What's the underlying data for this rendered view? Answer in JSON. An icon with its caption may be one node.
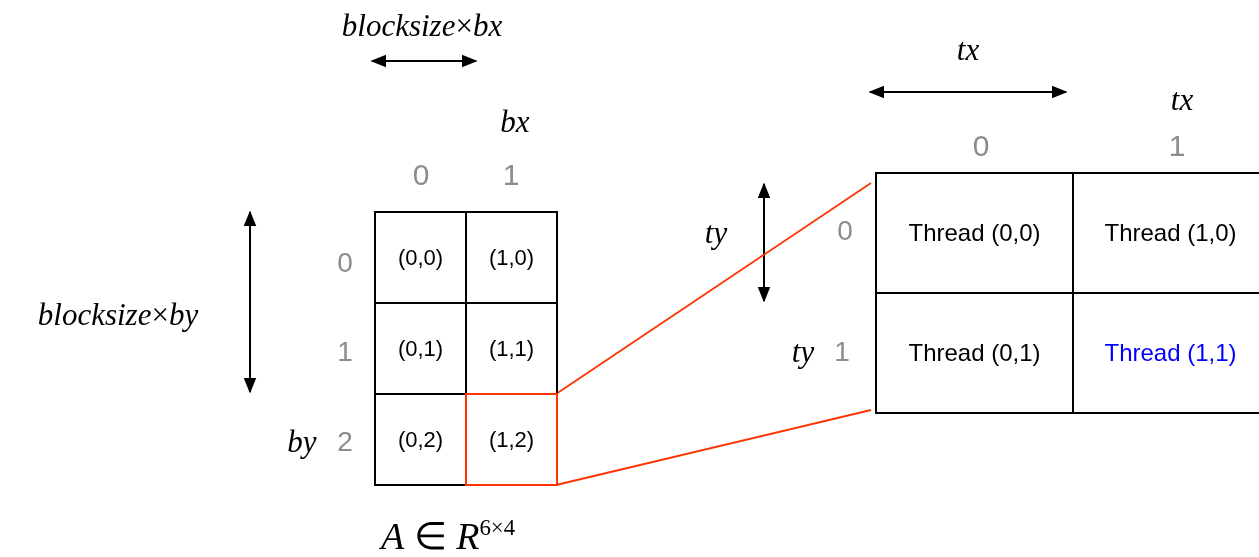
{
  "diagram": {
    "nodes": [
      {
        "text": [
          "(0,0)"
        ]
      },
      {
        "text": [
          "(1,0)"
        ]
      },
      {
        "text": [
          "(0,1)"
        ]
      },
      {
        "text": [
          "(1,1)"
        ]
      },
      {
        "text": [
          "(0,2)"
        ]
      },
      {
        "text": [
          "(1,2)"
        ]
      },
      {
        "text": [],
        "shape": "box"
      },
      {
        "text": [
          "Thread (0,0)"
        ],
        "in": 6
      },
      {
        "text": [
          "Thread (1,0)"
        ],
        "in": 6
      },
      {
        "text": [
          "Thread (0,1)"
        ],
        "in": 6
      },
      {
        "text": [
          "Thread (1,1)"
        ],
        "in": 6
      }
    ],
    "edges": [
      {
        "from": 5,
        "to": 6,
        "arrow": "none"
      },
      {
        "from": 5,
        "to": 6,
        "arrow": "none"
      }
    ],
    "labels": [
      "*blocksize*×*bx*",
      "*tx*",
      "*tx*",
      "*bx*",
      "0",
      "1",
      "0",
      "1",
      "0",
      "*ty*",
      "0",
      "*blocksize*×*by*",
      "1",
      "*ty*",
      "1",
      "*by*",
      "2",
      "*A* ∈ *R*$^{6×4}$"
    ]
  }
}
